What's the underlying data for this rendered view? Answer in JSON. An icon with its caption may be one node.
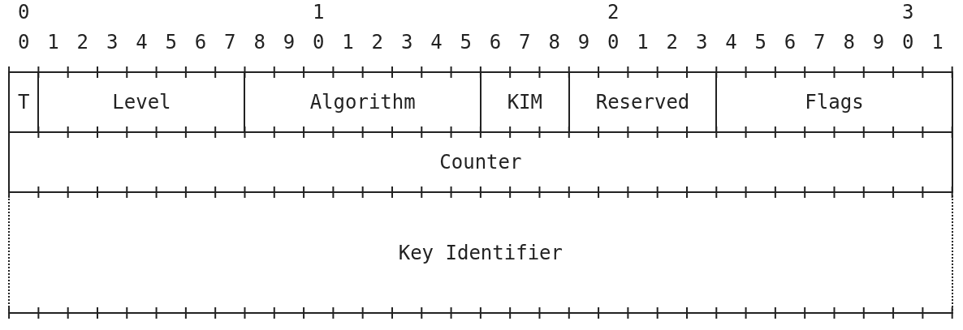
{
  "diagram": {
    "nodes": [
      {
        "text": [
          "T"
        ]
      },
      {
        "text": [
          "Level"
        ]
      },
      {
        "text": [
          "Algorithm"
        ]
      },
      {
        "text": [
          "KIM"
        ]
      },
      {
        "text": [
          "Reserved"
        ]
      },
      {
        "text": [
          "Flags"
        ]
      },
      {
        "text": [
          "Counter"
        ]
      },
      {
        "text": [
          "Key Identifier"
        ]
      }
    ],
    "edges": [],
    "labels": [
      "0",
      "1",
      "2",
      "3",
      "0",
      "1",
      "2",
      "3",
      "4",
      "5",
      "6",
      "7",
      "8",
      "9",
      "0",
      "1",
      "2",
      "3",
      "4",
      "5",
      "6",
      "7",
      "8",
      "9",
      "0",
      "1",
      "2",
      "3",
      "4",
      "5",
      "6",
      "7",
      "8",
      "9",
      "0",
      "1"
    ]
  }
}
